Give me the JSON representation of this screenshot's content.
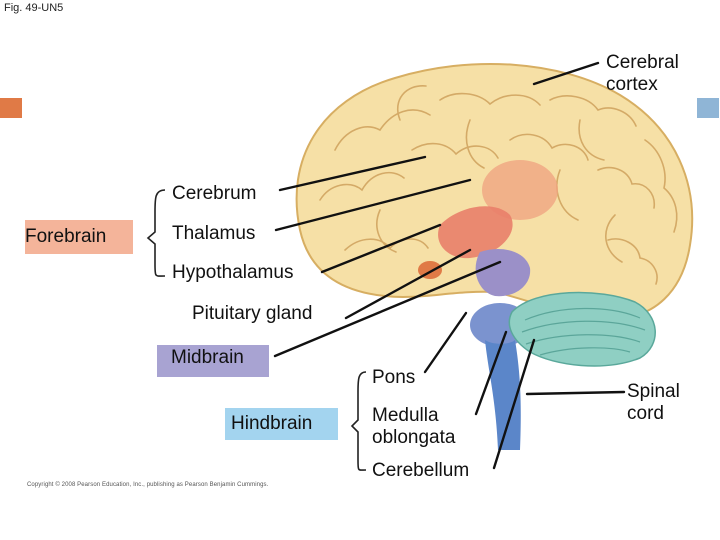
{
  "figure_label": "Fig. 49-UN5",
  "labels": {
    "cerebral_cortex": "Cerebral\ncortex",
    "cerebrum": "Cerebrum",
    "thalamus": "Thalamus",
    "hypothalamus": "Hypothalamus",
    "pituitary_gland": "Pituitary gland",
    "pons": "Pons",
    "medulla_oblongata": "Medulla\noblongata",
    "cerebellum": "Cerebellum",
    "spinal_cord": "Spinal\ncord"
  },
  "regions": {
    "forebrain": {
      "label": "Forebrain",
      "color": "#f4b49a"
    },
    "midbrain": {
      "label": "Midbrain",
      "color": "#a8a3d2"
    },
    "hindbrain": {
      "label": "Hindbrain",
      "color": "#a3d4ef"
    }
  },
  "colors": {
    "cortex": "#f6e0a6",
    "cortex_edge": "#d7ae62",
    "gyri": "#c99852",
    "thalamus": "#f0a582",
    "hypothalamus": "#e9806a",
    "midbrain": "#9b90c8",
    "pons": "#7b93cf",
    "medulla": "#5b86c9",
    "spinal_cord": "#4f7bc2",
    "cerebellum": "#8fcfc3",
    "left_marker": "#e07a46",
    "right_marker": "#8fb5d6"
  },
  "copyright": "Copyright © 2008 Pearson Education, Inc., publishing as Pearson Benjamin Cummings."
}
